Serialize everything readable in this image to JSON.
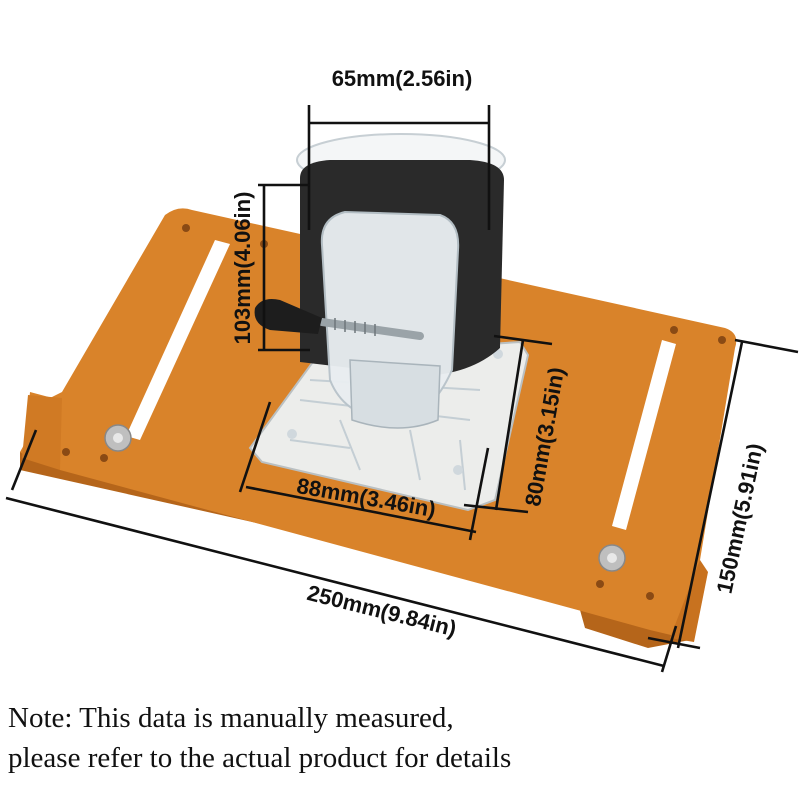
{
  "dimensions": {
    "top_width": "65mm(2.56in)",
    "height": "103mm(4.06in)",
    "base_depth": "80mm(3.15in)",
    "base_width": "88mm(3.46in)",
    "plate_depth": "150mm(5.91in)",
    "plate_width": "250mm(9.84in)"
  },
  "note": {
    "line1": "Note: This data is manually measured,",
    "line2": "please refer to the actual product for details"
  },
  "colors": {
    "plate_orange": "#d9832a",
    "plate_shadow": "#b5651a",
    "sleeve_black": "#2a2a2a",
    "acrylic": "#e8eef2"
  }
}
